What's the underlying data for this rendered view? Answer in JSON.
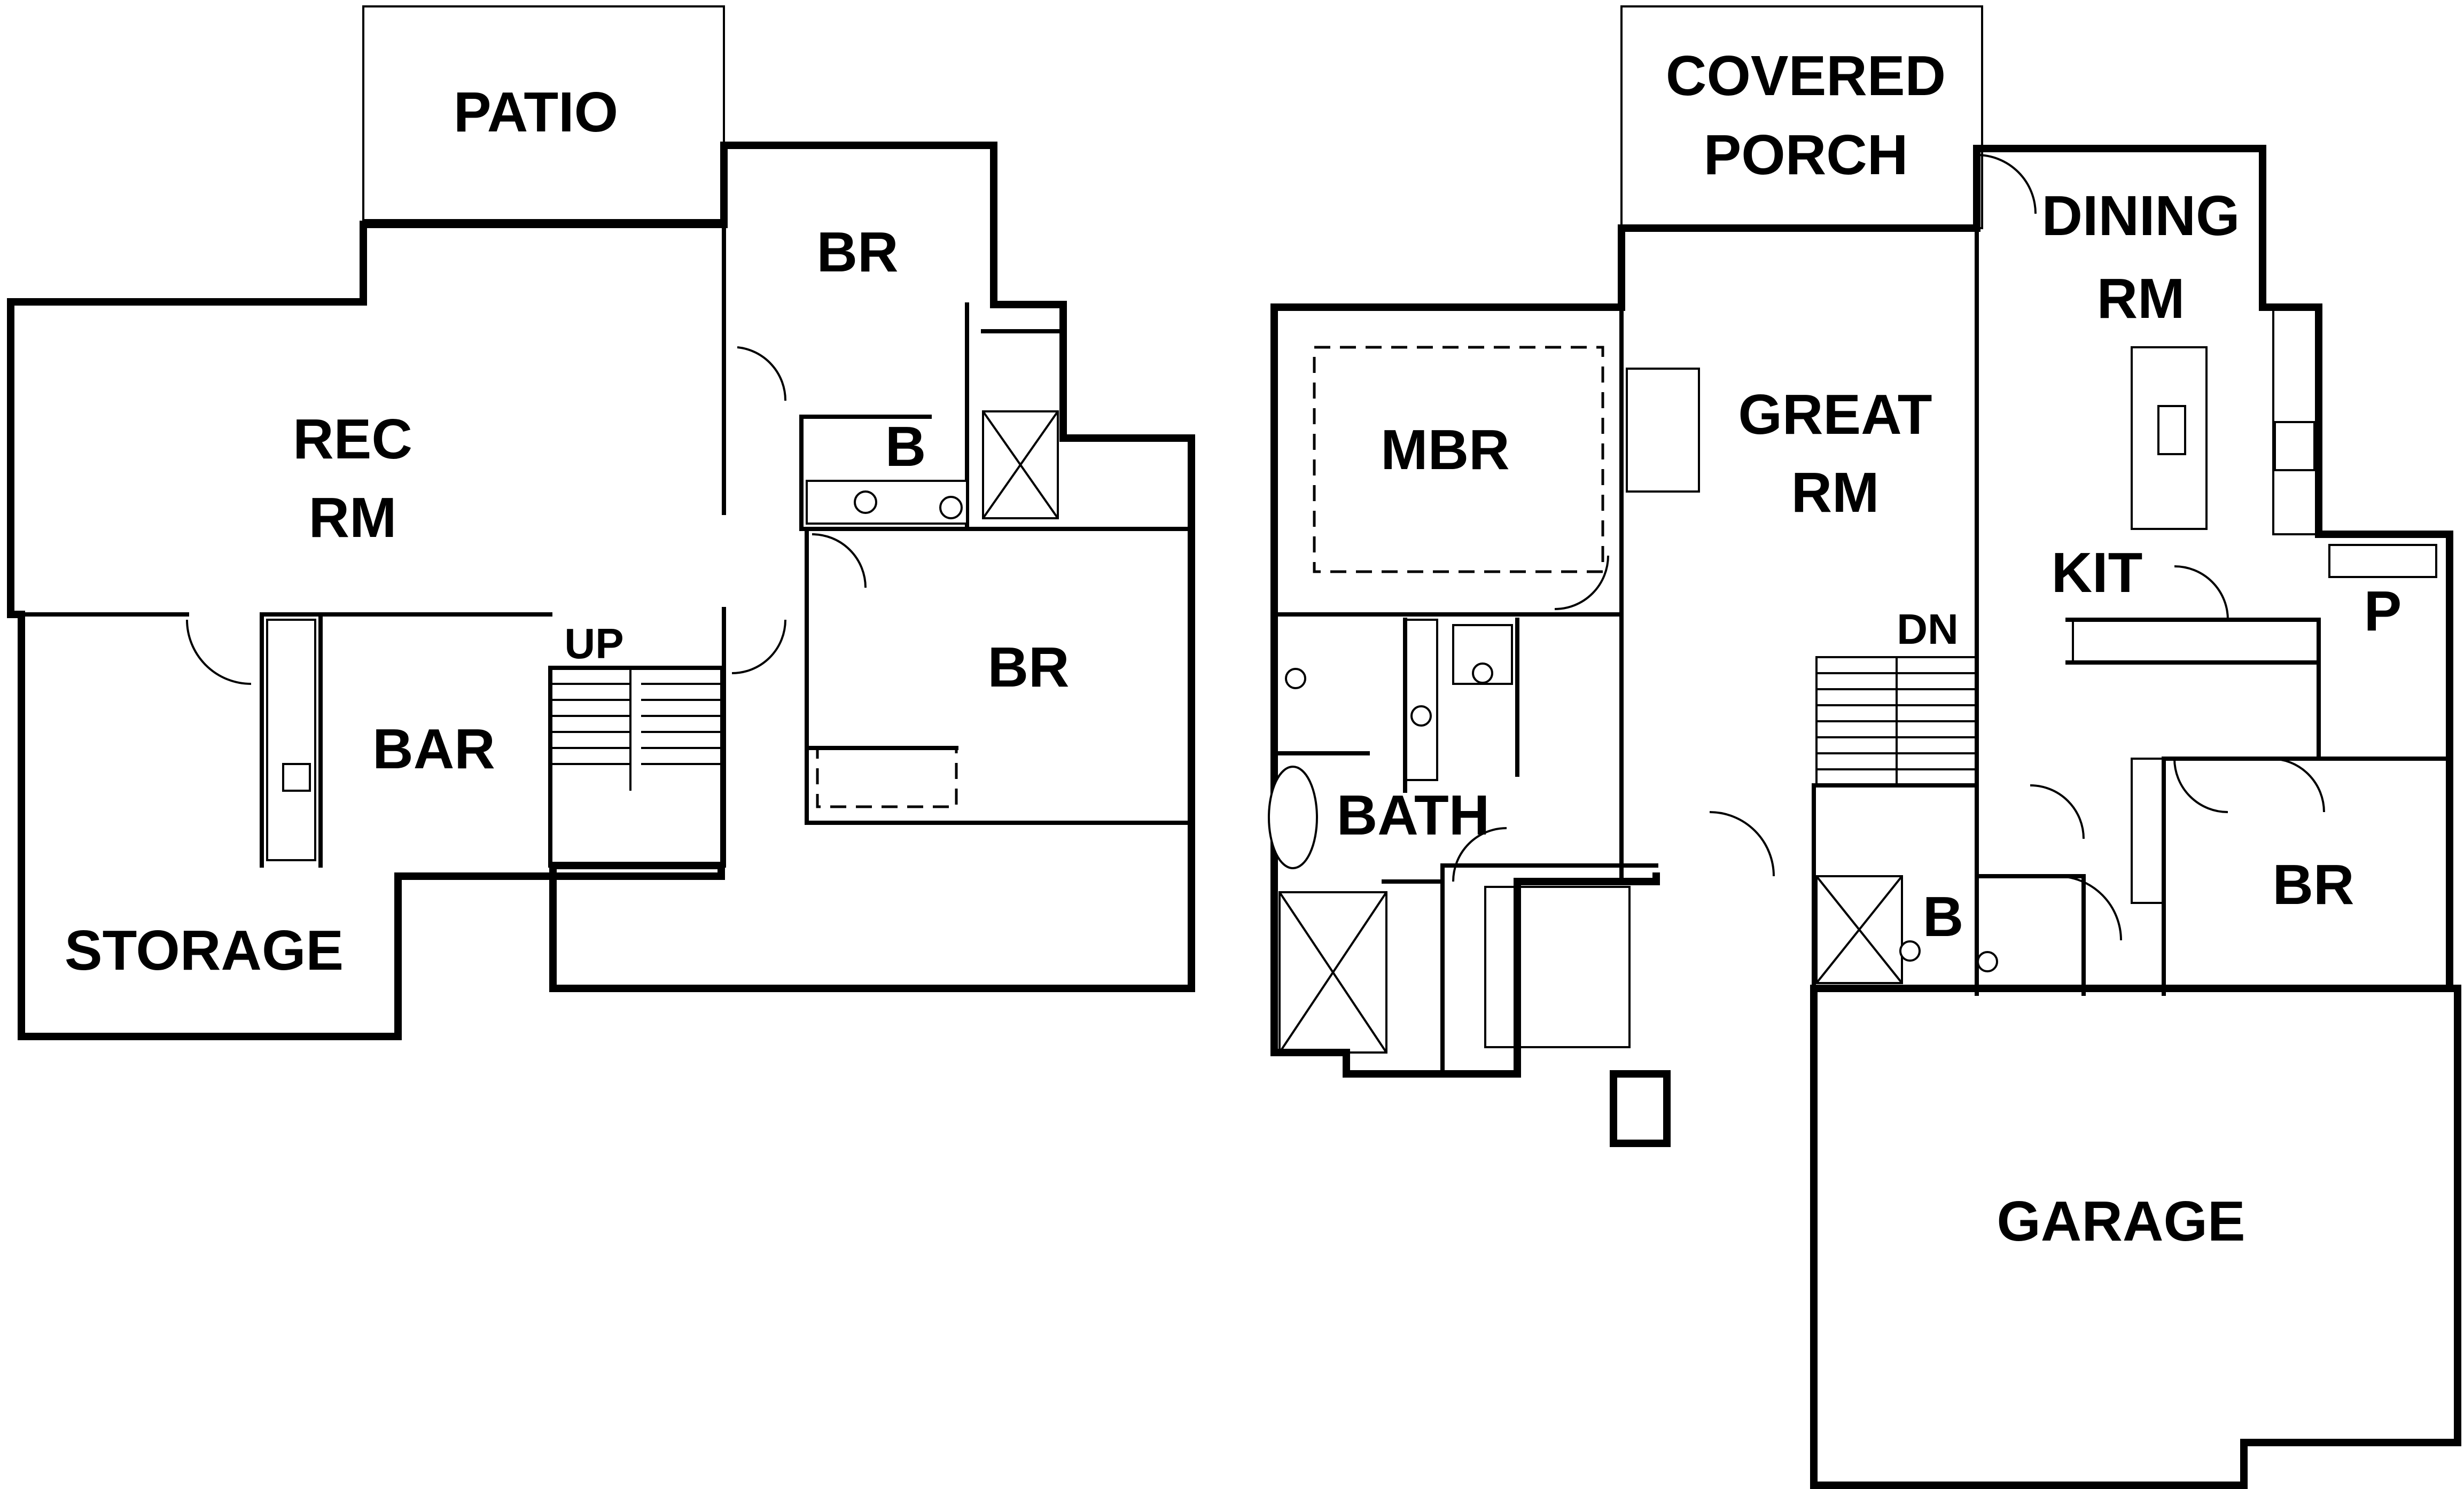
{
  "floor_plan": {
    "lower_level": {
      "patio": "PATIO",
      "br_upper": "BR",
      "rec_rm_line1": "REC",
      "rec_rm_line2": "RM",
      "bath": "B",
      "up": "UP",
      "br_lower": "BR",
      "bar": "BAR",
      "storage": "STORAGE"
    },
    "main_level": {
      "covered_porch_line1": "COVERED",
      "covered_porch_line2": "PORCH",
      "dining_line1": "DINING",
      "dining_line2": "RM",
      "mbr": "MBR",
      "great_rm_line1": "GREAT",
      "great_rm_line2": "RM",
      "kit": "KIT",
      "pantry": "P",
      "dn": "DN",
      "bath_master": "BATH",
      "bath_half": "B",
      "br": "BR",
      "garage": "GARAGE"
    }
  }
}
